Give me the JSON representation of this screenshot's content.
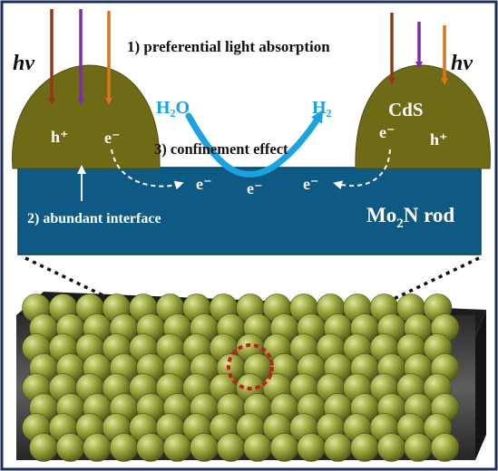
{
  "labels": {
    "light_absorption": "1) preferential light absorption",
    "confinement": "3) confinement effect",
    "interface": "2) abundant interface",
    "hv": "hν",
    "cds": "CdS",
    "h_plus": "h⁺",
    "electron": "e⁻",
    "h2o": "H₂O",
    "h2": "H₂",
    "rod_prefix": "Mo",
    "rod_subscript": "2",
    "rod_suffix": "N rod"
  },
  "colors": {
    "rod_blue": "#0e5a85",
    "particle_olive": "#6e6a16",
    "sphere_olive": "#8f9a36",
    "water_cyan": "#1aa3df",
    "arrow_brown": "#8b3c16",
    "arrow_purple": "#7b2fa6",
    "arrow_orange": "#d7761f",
    "highlight_red": "#c21f1f",
    "frame_navy": "#1e2e5c",
    "core_dark": "#3a3a3a"
  },
  "icons": {
    "light_arrow": "arrow-down-icon",
    "water_arrow": "curved-arrow-icon",
    "electron_arrow": "dashed-arrow-icon"
  }
}
